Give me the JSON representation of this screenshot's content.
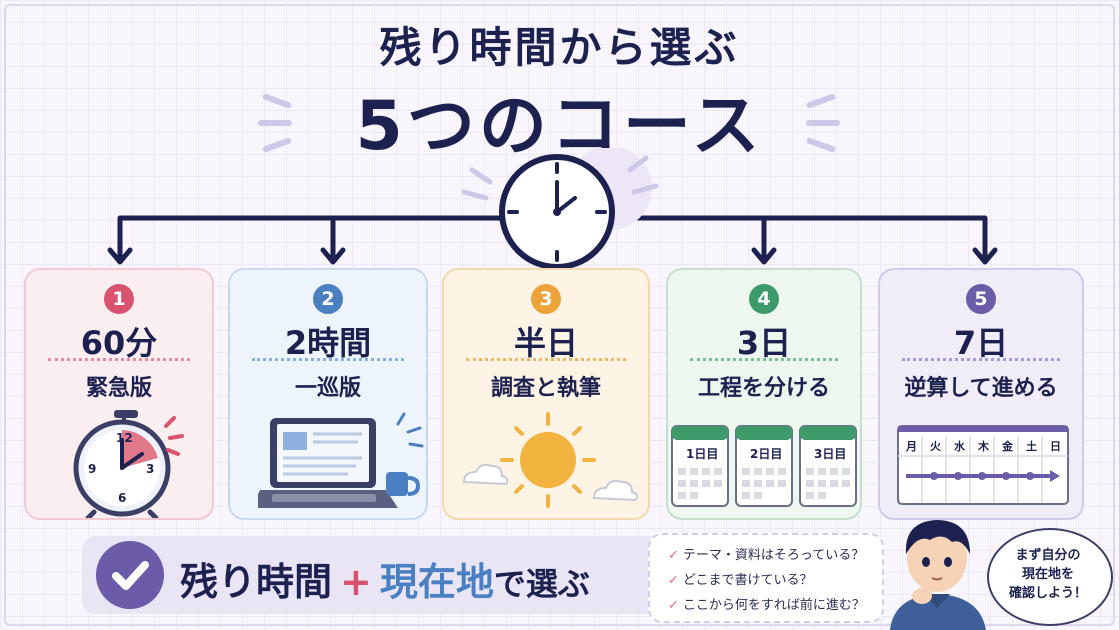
{
  "title": {
    "line1": "残り時間から選ぶ",
    "line2": "5つのコース"
  },
  "clock_icon": "clock-icon",
  "colors": {
    "navy": "#1d2150",
    "pink": "#d9536f",
    "blue": "#4a7fc1",
    "orange": "#eba33a",
    "green": "#3f9a6b",
    "purple": "#6b5ba8"
  },
  "courses": [
    {
      "number": "1",
      "time": "60分",
      "label": "緊急版",
      "icon": "alarm-clock-icon"
    },
    {
      "number": "2",
      "time": "2時間",
      "label": "一巡版",
      "icon": "laptop-icon"
    },
    {
      "number": "3",
      "time": "半日",
      "label": "調査と執筆",
      "icon": "sun-icon"
    },
    {
      "number": "4",
      "time": "3日",
      "label": "工程を分ける",
      "icon": "calendar-icon"
    },
    {
      "number": "5",
      "time": "7日",
      "label": "逆算して進める",
      "icon": "timeline-icon"
    }
  ],
  "calendar_labels": [
    "1日目",
    "2日目",
    "3日目"
  ],
  "weekdays": [
    "月",
    "火",
    "水",
    "木",
    "金",
    "土",
    "日"
  ],
  "clock_digits": [
    "12",
    "3",
    "6",
    "9"
  ],
  "summary": {
    "left": "残り時間",
    "plus": "+",
    "right": "現在地",
    "suffix": "で選ぶ"
  },
  "checklist": [
    "テーマ・資料はそろっている？",
    "どこまで書けている？",
    "ここから何をすれば前に進む？"
  ],
  "speech": [
    "まず自分の",
    "現在地を",
    "確認しよう！"
  ]
}
